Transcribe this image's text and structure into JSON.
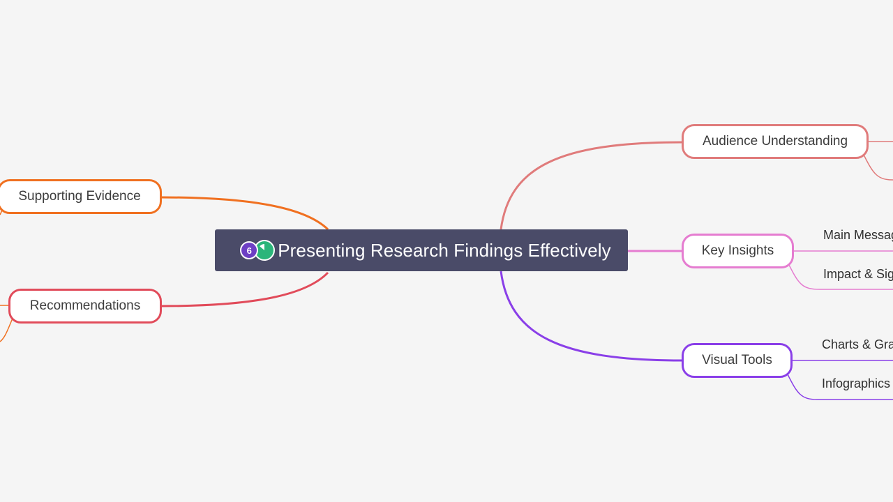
{
  "central": {
    "title": "Presenting Research Findings Effectively",
    "badge_count": "6",
    "progress_color": "#2bb57a",
    "count_color": "#6d3fc4"
  },
  "branches": {
    "audience": {
      "label": "Audience Understanding",
      "color": "#e07b7b"
    },
    "key_insights": {
      "label": "Key Insights",
      "color": "#e57cd0"
    },
    "visual_tools": {
      "label": "Visual Tools",
      "color": "#8a3fe8"
    },
    "supporting_evidence": {
      "label": "Supporting Evidence",
      "color": "#f07020"
    },
    "recommendations": {
      "label": "Recommendations",
      "color": "#e14b5a"
    }
  },
  "leaves": {
    "main_message": "Main Messag",
    "impact": "Impact & Sig",
    "charts": "Charts & Gra",
    "infographics": "Infographics"
  }
}
